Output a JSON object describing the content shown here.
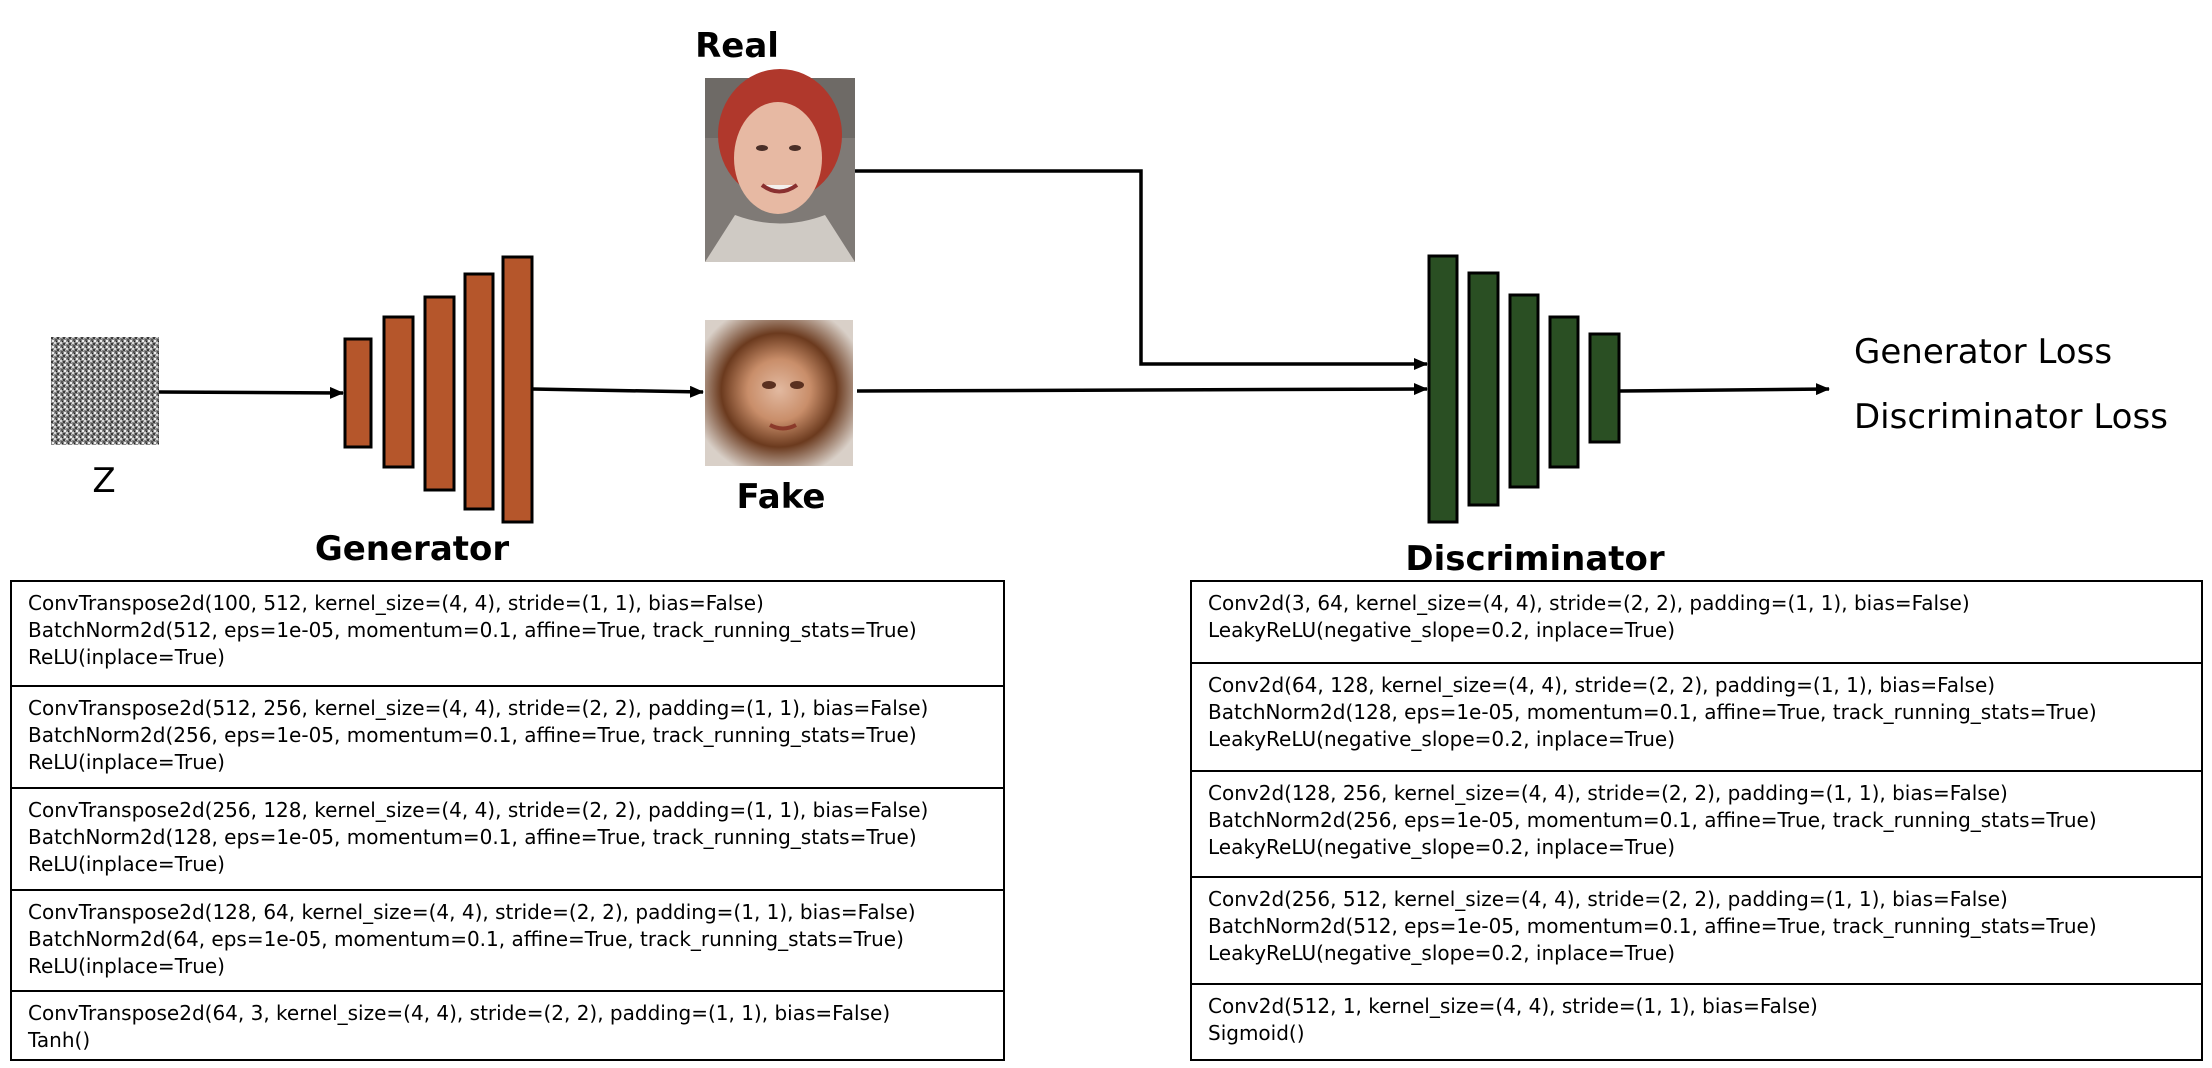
{
  "labels": {
    "real": "Real",
    "fake": "Fake",
    "z": "Z",
    "generator": "Generator",
    "discriminator": "Discriminator",
    "generator_loss": "Generator Loss",
    "discriminator_loss": "Discriminator Loss"
  },
  "colors": {
    "generator_block": "#b5562b",
    "discriminator_block": "#2a4f23",
    "stroke": "#000000"
  },
  "generator_layers": [
    [
      "ConvTranspose2d(100, 512, kernel_size=(4, 4), stride=(1, 1), bias=False)",
      "BatchNorm2d(512, eps=1e-05, momentum=0.1, affine=True, track_running_stats=True)",
      "ReLU(inplace=True)"
    ],
    [
      "ConvTranspose2d(512, 256, kernel_size=(4, 4), stride=(2, 2), padding=(1, 1), bias=False)",
      "BatchNorm2d(256, eps=1e-05, momentum=0.1, affine=True, track_running_stats=True)",
      "ReLU(inplace=True)"
    ],
    [
      "ConvTranspose2d(256, 128, kernel_size=(4, 4), stride=(2, 2), padding=(1, 1), bias=False)",
      "BatchNorm2d(128, eps=1e-05, momentum=0.1, affine=True, track_running_stats=True)",
      "ReLU(inplace=True)"
    ],
    [
      "ConvTranspose2d(128, 64, kernel_size=(4, 4), stride=(2, 2), padding=(1, 1), bias=False)",
      "BatchNorm2d(64, eps=1e-05, momentum=0.1, affine=True, track_running_stats=True)",
      "ReLU(inplace=True)"
    ],
    [
      "ConvTranspose2d(64, 3, kernel_size=(4, 4), stride=(2, 2), padding=(1, 1), bias=False)",
      "Tanh()"
    ]
  ],
  "discriminator_layers": [
    [
      "Conv2d(3, 64, kernel_size=(4, 4), stride=(2, 2), padding=(1, 1), bias=False)",
      "LeakyReLU(negative_slope=0.2, inplace=True)"
    ],
    [
      "Conv2d(64, 128, kernel_size=(4, 4), stride=(2, 2), padding=(1, 1), bias=False)",
      "BatchNorm2d(128, eps=1e-05, momentum=0.1, affine=True, track_running_stats=True)",
      "LeakyReLU(negative_slope=0.2, inplace=True)"
    ],
    [
      "Conv2d(128, 256, kernel_size=(4, 4), stride=(2, 2), padding=(1, 1), bias=False)",
      "BatchNorm2d(256, eps=1e-05, momentum=0.1, affine=True, track_running_stats=True)",
      "LeakyReLU(negative_slope=0.2, inplace=True)"
    ],
    [
      "Conv2d(256, 512, kernel_size=(4, 4), stride=(2, 2), padding=(1, 1), bias=False)",
      "BatchNorm2d(512, eps=1e-05, momentum=0.1, affine=True, track_running_stats=True)",
      "LeakyReLU(negative_slope=0.2, inplace=True)"
    ],
    [
      "Conv2d(512, 1, kernel_size=(4, 4), stride=(1, 1), bias=False)",
      "Sigmoid()"
    ]
  ]
}
